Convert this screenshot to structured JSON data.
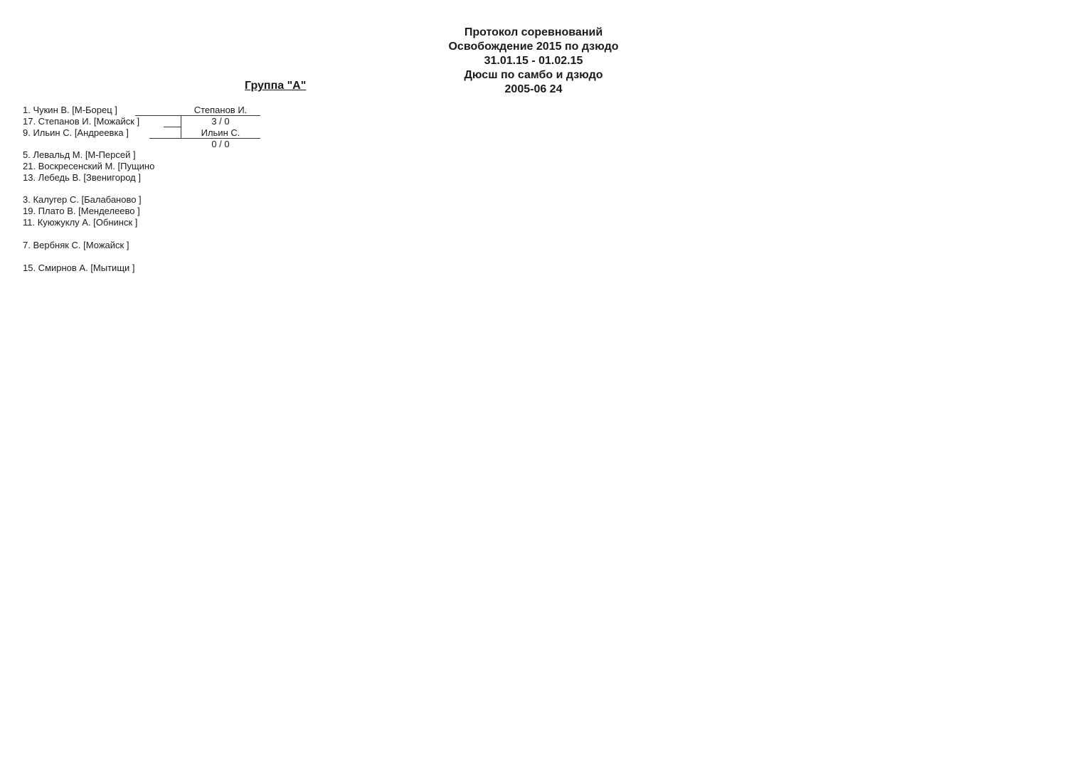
{
  "header": {
    "line1": "Протокол соревнований",
    "line2": "Освобождение 2015 по дзюдо",
    "line3": "31.01.15 - 01.02.15",
    "line4": "Дюсш по самбо и дзюдо",
    "line5": "2005-06 24"
  },
  "group_a": {
    "title": "Группа  \"А\"",
    "entrants": [
      "1. Чукин В.  [М-Борец  ]",
      "17. Степанов И.  [Можайск  ]",
      "9. Ильин С.  [Андреевка  ]",
      "5. Левальд М.  [М-Персей  ]",
      "21. Воскресенский М.  [Пущино",
      "13. Лебедь В.  [Звенигород  ]",
      "3. Калугер С.  [Балабаново  ]",
      "19. Плато В.  [Менделеево  ]",
      "11. Куюжуклу А.  [Обнинск  ]",
      "7. Вербняк С.  [Можайск  ]",
      "15. Смирнов А.  [Мытищи  ]"
    ]
  },
  "bracket_a_first": {
    "winner": "Степанов И.",
    "score": "3  /  0",
    "second": "Ильин С.",
    "second_score": "0  /  0"
  }
}
